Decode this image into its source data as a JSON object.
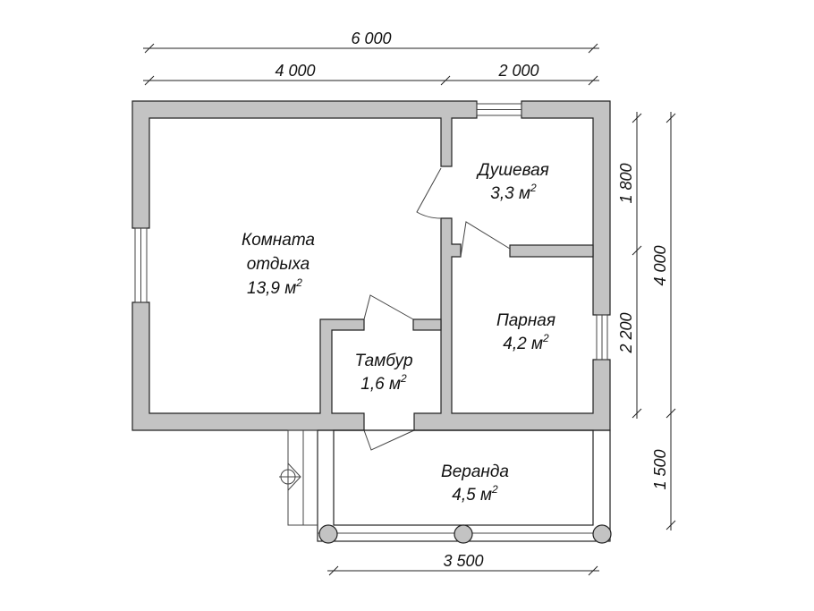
{
  "rooms": [
    {
      "name_lines": [
        "Комната",
        "отдыха"
      ],
      "area": "13,9 м",
      "sup": "2"
    },
    {
      "name_lines": [
        "Душевая"
      ],
      "area": "3,3 м",
      "sup": "2"
    },
    {
      "name_lines": [
        "Парная"
      ],
      "area": "4,2 м",
      "sup": "2"
    },
    {
      "name_lines": [
        "Тамбур"
      ],
      "area": "1,6 м",
      "sup": "2"
    },
    {
      "name_lines": [
        "Веранда"
      ],
      "area": "4,5 м",
      "sup": "2"
    }
  ],
  "dimensions": {
    "total_width": "6 000",
    "left_width": "4 000",
    "right_width": "2 000",
    "upper_right_height": "1 800",
    "lower_right_height": "2 200",
    "total_height": "4 000",
    "veranda_depth": "1 500",
    "veranda_width": "3 500"
  },
  "colors": {
    "wall": "#c3c3c3",
    "line": "#222222"
  }
}
